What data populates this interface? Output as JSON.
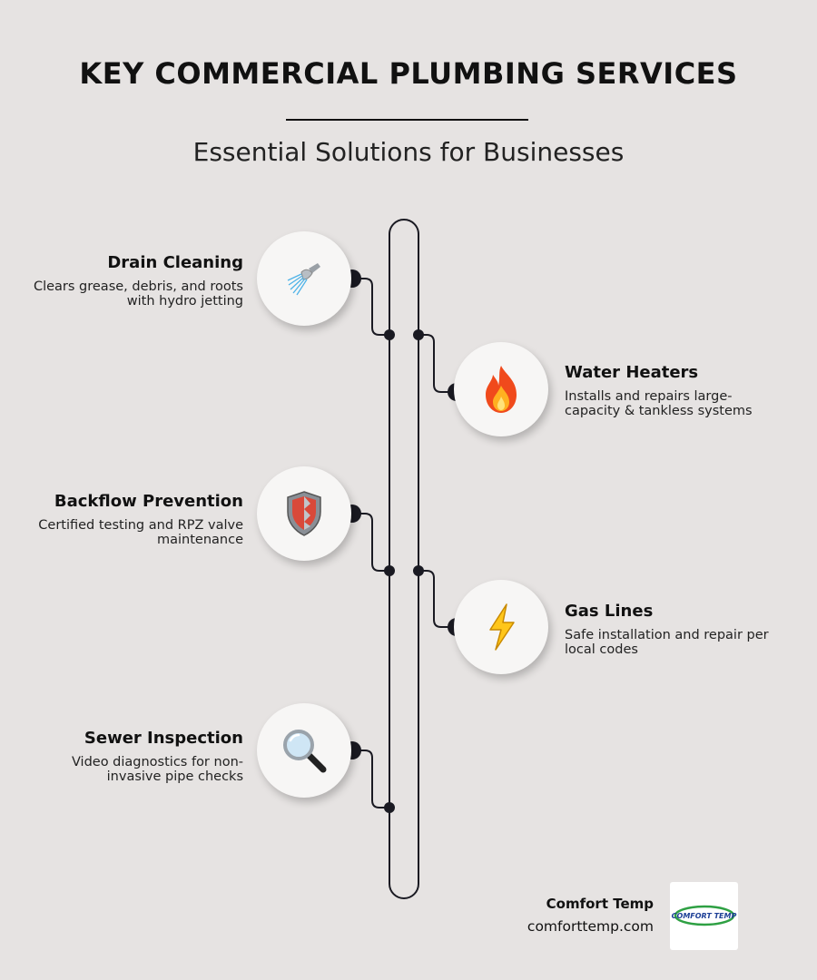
{
  "header": {
    "title": "KEY COMMERCIAL PLUMBING SERVICES",
    "subtitle": "Essential Solutions for Businesses"
  },
  "services": [
    {
      "title": "Drain Cleaning",
      "desc": "Clears grease, debris, and roots with hydro jetting",
      "icon": "shower-head-icon",
      "side": "left"
    },
    {
      "title": "Water Heaters",
      "desc": "Installs and repairs large-capacity & tankless systems",
      "icon": "fire-icon",
      "side": "right"
    },
    {
      "title": "Backflow Prevention",
      "desc": "Certified testing and RPZ valve maintenance",
      "icon": "shield-icon",
      "side": "left"
    },
    {
      "title": "Gas Lines",
      "desc": "Safe installation and repair per local codes",
      "icon": "lightning-icon",
      "side": "right"
    },
    {
      "title": "Sewer Inspection",
      "desc": "Video diagnostics for non-invasive pipe checks",
      "icon": "magnifier-icon",
      "side": "left"
    }
  ],
  "footer": {
    "company": "Comfort Temp",
    "url": "comforttemp.com",
    "logo_text": "COMFORT TEMP"
  },
  "colors": {
    "background": "#e6e3e2",
    "line": "#1a1a22",
    "logo_blue": "#1d3f96",
    "logo_green": "#2ea043"
  }
}
